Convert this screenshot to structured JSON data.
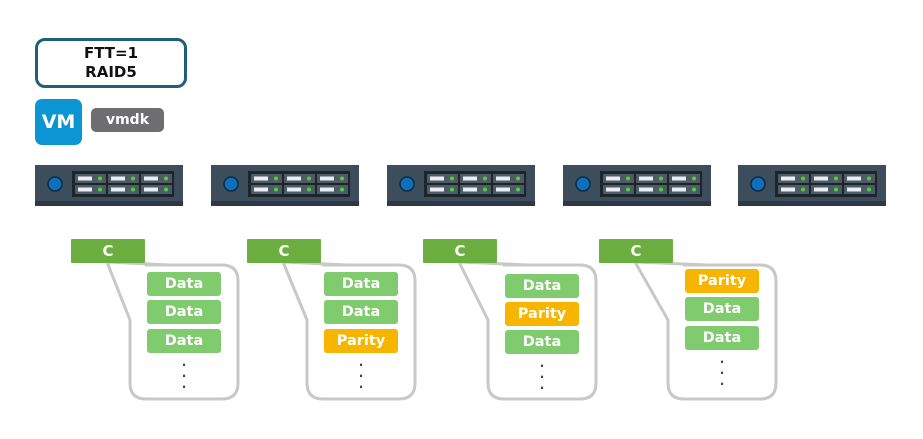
{
  "policy": {
    "line1": "FTT=1",
    "line2": "RAID5"
  },
  "vm": {
    "label": "VM"
  },
  "vmdk": {
    "label": "vmdk"
  },
  "hosts": [
    {
      "component": "C",
      "blocks": [
        "Data",
        "Data",
        "Data"
      ],
      "more": ".\n.\n."
    },
    {
      "component": "C",
      "blocks": [
        "Data",
        "Data",
        "Parity"
      ],
      "more": ".\n.\n."
    },
    {
      "component": "C",
      "blocks": [
        "Data",
        "Parity",
        "Data"
      ],
      "more": ".\n.\n."
    },
    {
      "component": "C",
      "blocks": [
        "Parity",
        "Data",
        "Data"
      ],
      "more": ".\n.\n."
    },
    {
      "component": null,
      "blocks": []
    }
  ],
  "colors": {
    "policy_border": "#1f5f79",
    "vm": "#0b95d3",
    "vmdk": "#6e6e71",
    "component": "#6cae3f",
    "data": "#7fcb6e",
    "parity": "#f7b500",
    "server_body": "#3d4d5b",
    "led": "#4fd13a"
  }
}
